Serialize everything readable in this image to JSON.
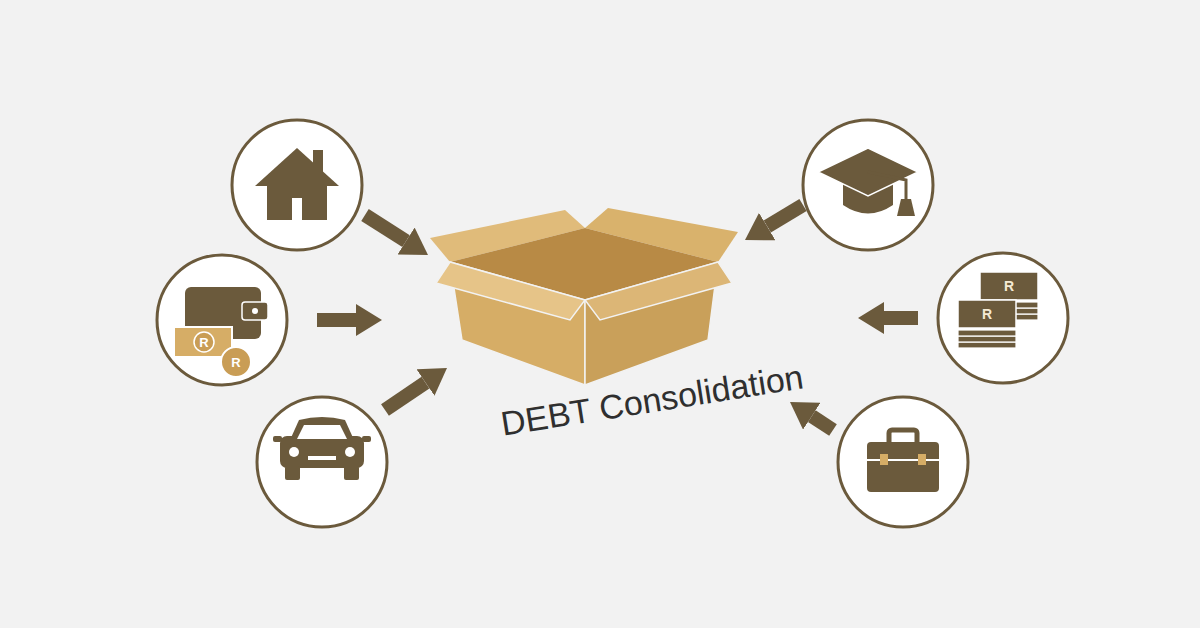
{
  "diagram": {
    "nodes": [
      {
        "text": [
          "R",
          "R"
        ]
      },
      {
        "text": [
          "DEBT Consolidation"
        ]
      },
      {
        "text": [
          "R",
          "R"
        ]
      }
    ],
    "edges": [
      {
        "from": 0,
        "to": 1,
        "arrow": "to"
      },
      {
        "from": 2,
        "to": 1,
        "arrow": "to"
      }
    ]
  }
}
